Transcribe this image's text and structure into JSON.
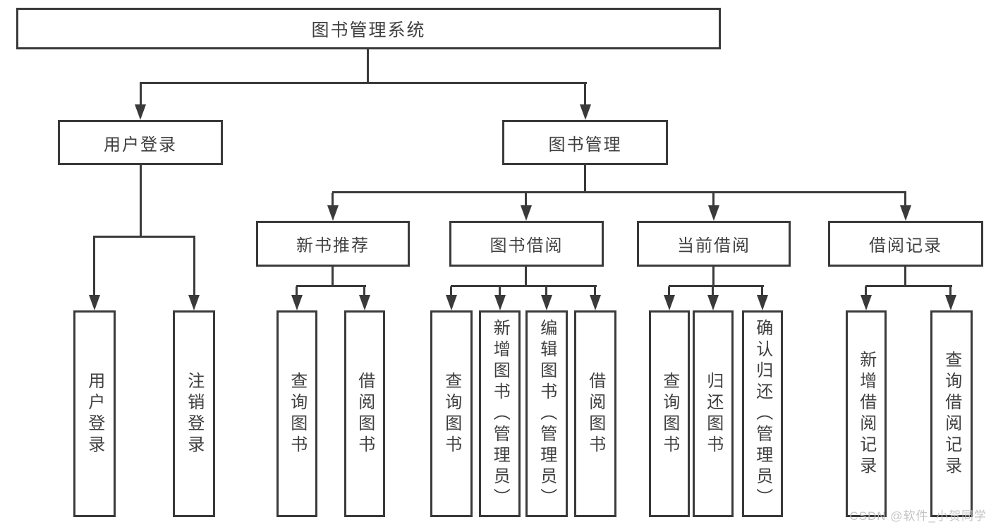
{
  "diagram": {
    "type": "tree",
    "root": {
      "label": "图书管理系统",
      "children": [
        {
          "label": "用户登录",
          "children": [
            {
              "label": "用户登录"
            },
            {
              "label": "注销登录"
            }
          ]
        },
        {
          "label": "图书管理",
          "children": [
            {
              "label": "新书推荐",
              "children": [
                {
                  "label": "查询图书"
                },
                {
                  "label": "借阅图书"
                }
              ]
            },
            {
              "label": "图书借阅",
              "children": [
                {
                  "label": "查询图书"
                },
                {
                  "label": "新增图书（管理员）"
                },
                {
                  "label": "编辑图书（管理员）"
                },
                {
                  "label": "借阅图书"
                }
              ]
            },
            {
              "label": "当前借阅",
              "children": [
                {
                  "label": "查询图书"
                },
                {
                  "label": "归还图书"
                },
                {
                  "label": "确认归还（管理员）"
                }
              ]
            },
            {
              "label": "借阅记录",
              "children": [
                {
                  "label": "新增借阅记录"
                },
                {
                  "label": "查询借阅记录"
                }
              ]
            }
          ]
        }
      ]
    }
  },
  "watermark": {
    "text": "CSDN @软件_小贺同学"
  },
  "colors": {
    "line": "#3a3a3a",
    "text": "#3f3f3f",
    "bg": "#ffffff",
    "watermark": "#bdbdbd"
  }
}
